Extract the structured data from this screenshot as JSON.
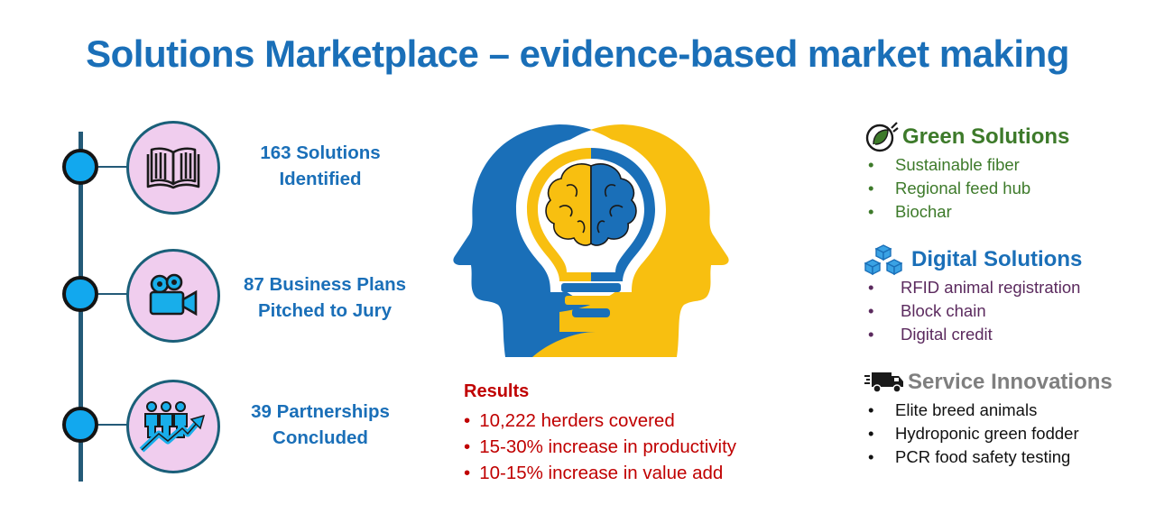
{
  "title": "Solutions Marketplace – evidence-based market making",
  "steps": [
    {
      "line1": "163 Solutions",
      "line2": "Identified",
      "icon": "open-book-icon"
    },
    {
      "line1": "87 Business Plans",
      "line2": "Pitched to Jury",
      "icon": "video-camera-icon"
    },
    {
      "line1": "39 Partnerships",
      "line2": "Concluded",
      "icon": "people-growth-icon"
    }
  ],
  "results": {
    "title": "Results",
    "items": [
      "10,222 herders covered",
      "15-30% increase in productivity",
      "10-15% increase in value add"
    ]
  },
  "sections": {
    "green": {
      "title": "Green Solutions",
      "icon": "eco-plug-icon",
      "color": "#3d7a2a",
      "items": [
        "Sustainable fiber",
        "Regional feed hub",
        "Biochar"
      ]
    },
    "digital": {
      "title": "Digital Solutions",
      "icon": "blockchain-cubes-icon",
      "color": "#1a6fb8",
      "item_color": "#5b2a5e",
      "items": [
        "RFID animal registration",
        "Block chain",
        "Digital credit"
      ]
    },
    "service": {
      "title": "Service Innovations",
      "icon": "delivery-truck-icon",
      "color": "#7f7f7f",
      "item_color": "#111111",
      "items": [
        "Elite breed animals",
        "Hydroponic green fodder",
        "PCR food safety testing"
      ]
    }
  },
  "colors": {
    "blue": "#1a6fb8",
    "yellow": "#f8bf10",
    "red": "#c00000",
    "pink": "#f0cdee",
    "dot": "#12a8ee"
  },
  "illustration": "two-heads-lightbulb-brain"
}
